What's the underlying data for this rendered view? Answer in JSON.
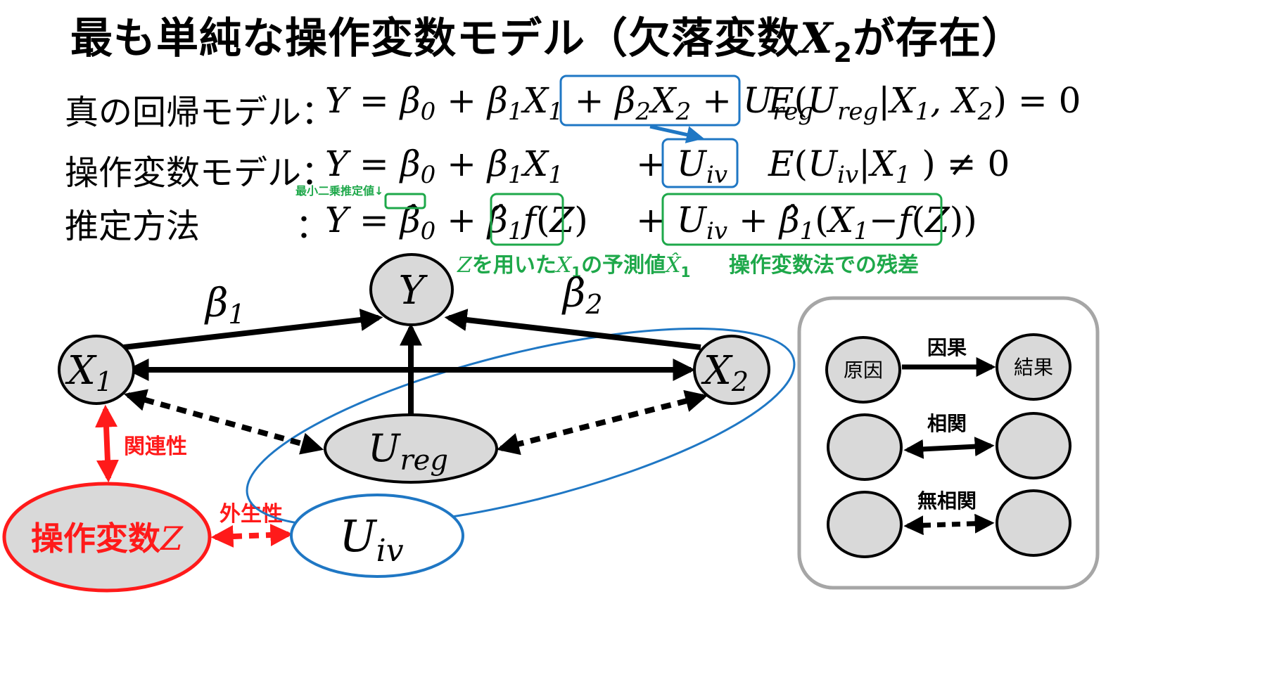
{
  "title": {
    "main": "最も単純な操作変数モデル（欠落変数",
    "var": "X",
    "var_sub": "2",
    "tail": "が存在）"
  },
  "rows": [
    {
      "label": "真の回帰モデル",
      "colon": "："
    },
    {
      "label": "操作変数モデル",
      "colon": "："
    },
    {
      "label": "推定方法",
      "colon": "："
    }
  ],
  "equations": {
    "true_lhs": "Y = β",
    "true_rhs_cond": "E(U",
    "iv_cond_neq": "≠ 0",
    "zero": "= 0"
  },
  "annotations": {
    "ols_estimate": "最小二乗推定値↓",
    "prediction_z": "Z",
    "prediction_text": "を用いた",
    "prediction_x": "X",
    "prediction_sub": "1",
    "prediction_tail": "の予測値",
    "residual": "操作変数法での残差"
  },
  "diagram": {
    "nodes": {
      "y": "Y",
      "x1": "X",
      "x1_sub": "1",
      "x2": "X",
      "x2_sub": "2",
      "ureg": "U",
      "ureg_sub": "reg",
      "uiv": "U",
      "uiv_sub": "iv",
      "z_text": "操作変数",
      "z_var": "Z"
    },
    "edges": {
      "beta1": "β",
      "beta1_sub": "1",
      "beta2": "β",
      "beta2_sub": "2"
    },
    "labels": {
      "relevance": "関連性",
      "exogeneity": "外生性"
    }
  },
  "legend": {
    "cause": "原因",
    "effect": "結果",
    "causal": "因果",
    "correlation": "相関",
    "no_correlation": "無相関"
  },
  "colors": {
    "blue": "#1f77c4",
    "green": "#1ea84a",
    "red": "#ff1a1a",
    "node_fill": "#d9d9d9",
    "legend_border": "#a6a6a6"
  }
}
